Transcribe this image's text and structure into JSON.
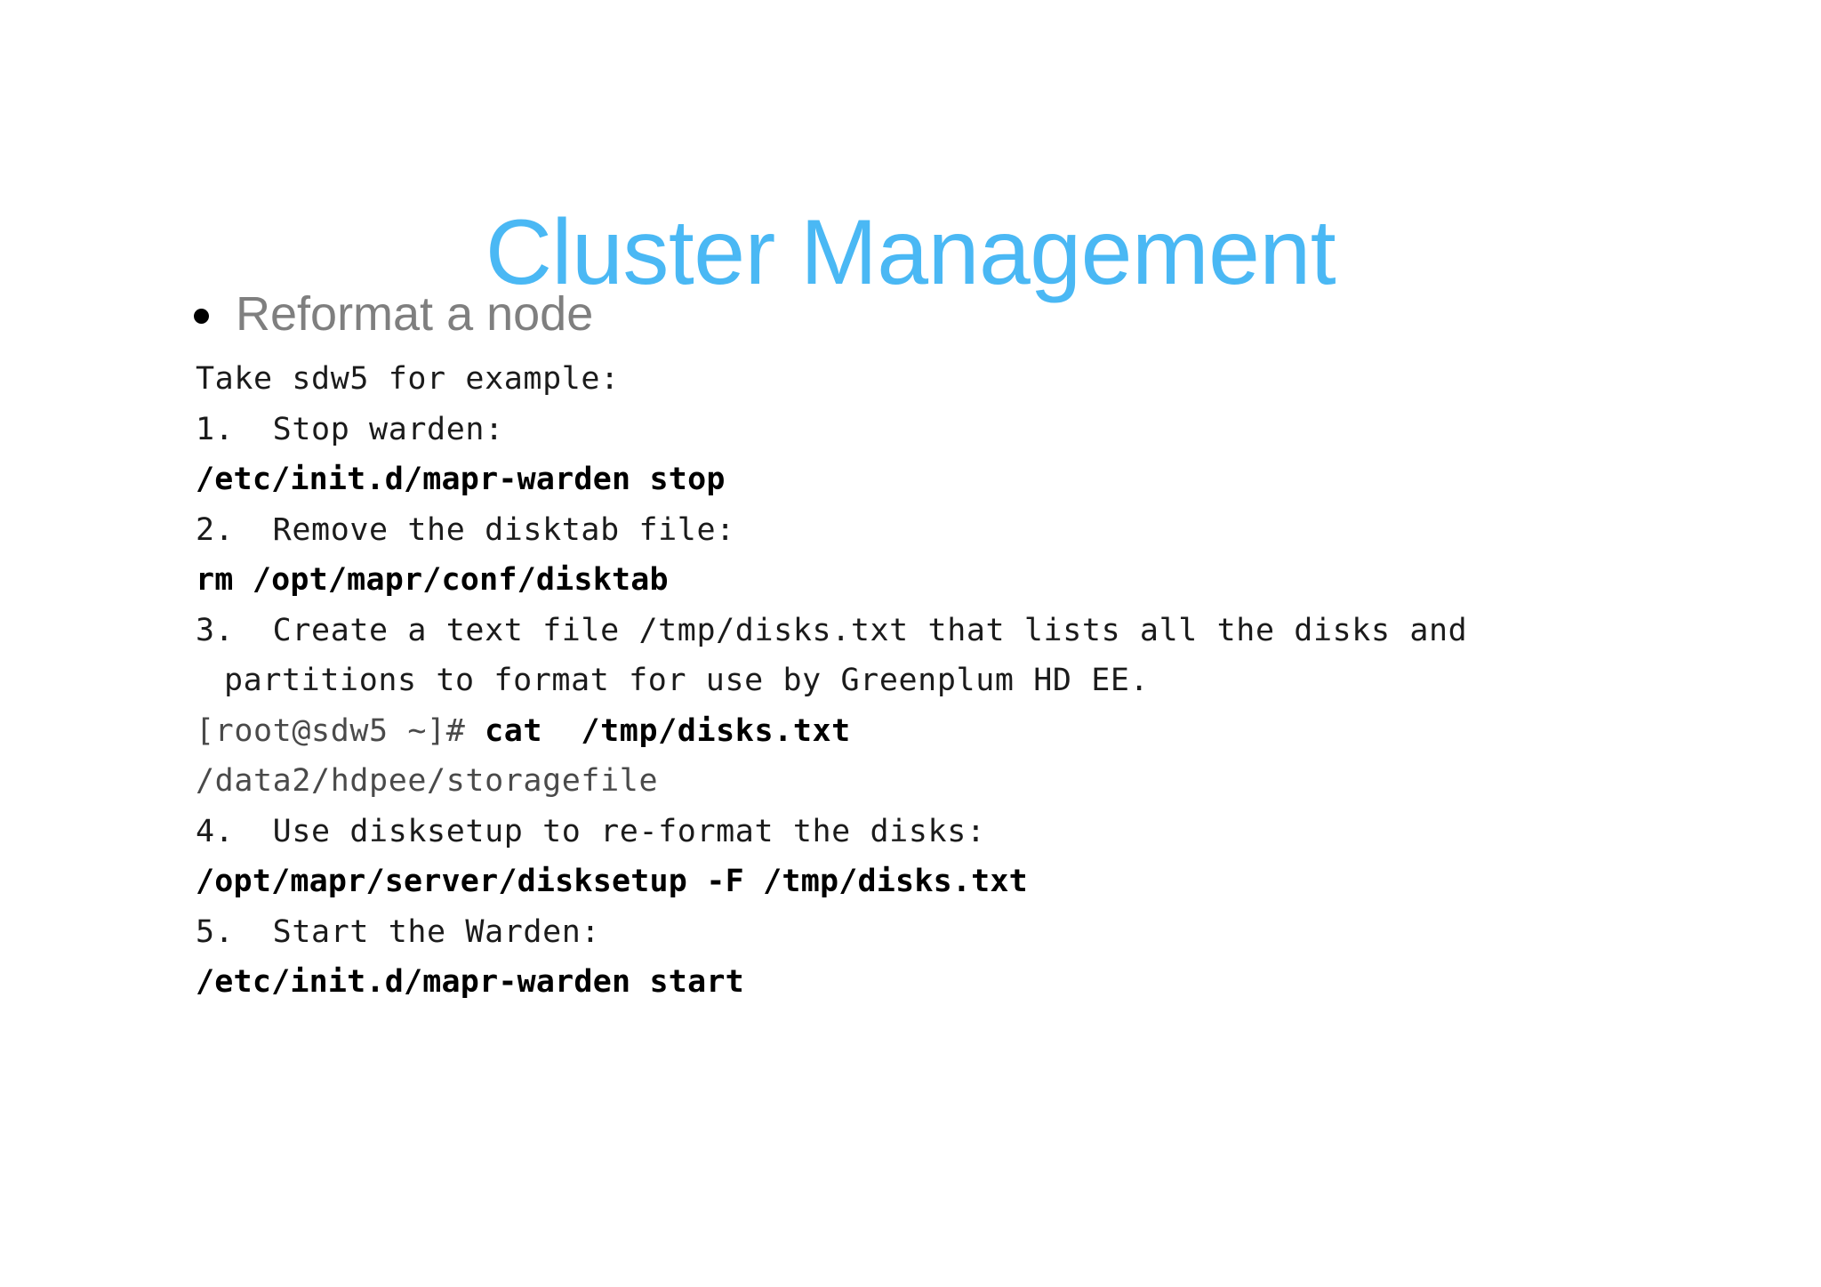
{
  "slide": {
    "title": "Cluster Management",
    "title_color": "#4AB8F4",
    "background_color": "#FFFFFF",
    "bullet": {
      "marker": "bullet-dot",
      "label": "Reformat a node",
      "color": "#7F7F7F"
    },
    "body_lines": [
      {
        "id": "intro",
        "text": "Take sdw5 for example:",
        "style": "normal"
      },
      {
        "id": "step-1",
        "text": "1.  Stop warden:",
        "style": "normal"
      },
      {
        "id": "cmd-1",
        "text": "/etc/init.d/mapr-warden stop",
        "style": "bold"
      },
      {
        "id": "step-2",
        "text": "2.  Remove the disktab file:",
        "style": "normal"
      },
      {
        "id": "cmd-2",
        "text": "rm /opt/mapr/conf/disktab",
        "style": "bold"
      },
      {
        "id": "step-3",
        "text": "3.  Create a text file /tmp/disks.txt that lists all the disks and",
        "style": "normal"
      },
      {
        "id": "step-3-cont",
        "text": "partitions to format for use by Greenplum HD EE.",
        "style": "indent"
      },
      {
        "id": "shell-prompt",
        "text": "[root@sdw5 ~]# ",
        "style": "prompt",
        "command": "cat  /tmp/disks.txt"
      },
      {
        "id": "shell-output",
        "text": "/data2/hdpee/storagefile",
        "style": "dim"
      },
      {
        "id": "step-4",
        "text": "4.  Use disksetup to re-format the disks:",
        "style": "normal"
      },
      {
        "id": "cmd-4",
        "text": "/opt/mapr/server/disksetup -F /tmp/disks.txt",
        "style": "bold"
      },
      {
        "id": "step-5",
        "text": "5.  Start the Warden:",
        "style": "normal"
      },
      {
        "id": "cmd-5",
        "text": "/etc/init.d/mapr-warden start",
        "style": "bold"
      }
    ]
  }
}
